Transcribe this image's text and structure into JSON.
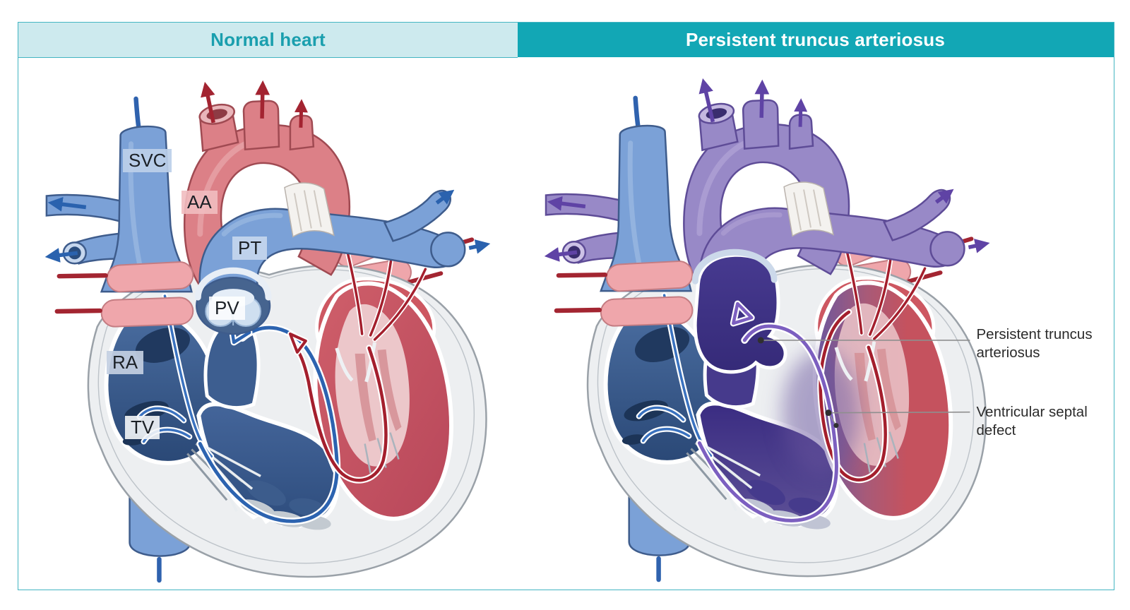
{
  "figure": {
    "type": "medical-comparison-diagram",
    "subject": "Normal heart vs persistent truncus arteriosus"
  },
  "left_panel": {
    "title": "Normal heart",
    "labels": [
      {
        "id": "svc",
        "text": "SVC"
      },
      {
        "id": "aa",
        "text": "AA"
      },
      {
        "id": "pt",
        "text": "PT"
      },
      {
        "id": "pv",
        "text": "PV"
      },
      {
        "id": "ra",
        "text": "RA"
      },
      {
        "id": "tv",
        "text": "TV"
      }
    ]
  },
  "right_panel": {
    "title": "Persistent truncus arteriosus",
    "annotations": [
      {
        "id": "truncus",
        "text": "Persistent truncus arteriosus"
      },
      {
        "id": "vsd",
        "text": "Ventricular septal defect"
      }
    ]
  },
  "colors": {
    "header_teal": "#12a7b5",
    "header_light": "#cdeaee",
    "title_teal_text": "#1a9fae",
    "panel_border": "#43b5c2",
    "venous_blue": "#7ba1d7",
    "venous_blue_dark": "#3e5c8c",
    "flow_blue": "#2c63b0",
    "arterial_red": "#dc8087",
    "flow_dark_red": "#a32431",
    "pulmonary_vein_pink": "#efa6ab",
    "chamber_navy": "#2a4876",
    "chamber_red": "#c5525e",
    "truncus_purple": "#9889c7",
    "outflow_indigo": "#453a8c",
    "flow_purple": "#5f43a5",
    "heart_wall_gray": "#edeff1",
    "leader_line_gray": "#8f8f8f",
    "annotation_text": "#2b2b2b"
  }
}
